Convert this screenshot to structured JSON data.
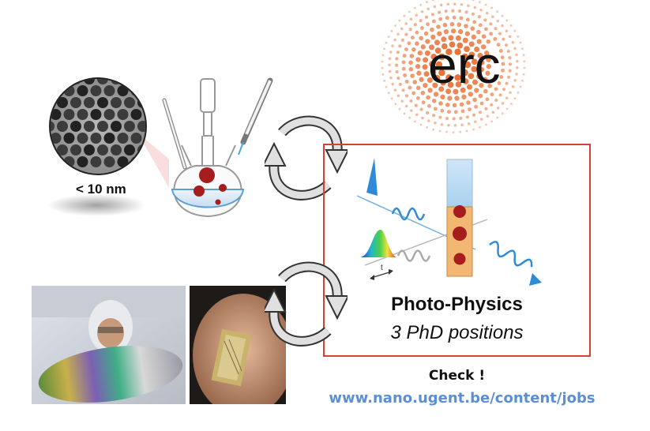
{
  "logo": {
    "text": "erc",
    "dot_color": "#e8692a"
  },
  "synthesis": {
    "size_label": "< 10 nm"
  },
  "photophysics": {
    "title": "Photo-Physics",
    "subtitle": "3 PhD positions",
    "border_color": "#d9402f",
    "time_label": "t"
  },
  "footer": {
    "check": "Check !",
    "url": "www.nano.ugent.be/content/jobs",
    "url_color": "#5b8fd4"
  }
}
